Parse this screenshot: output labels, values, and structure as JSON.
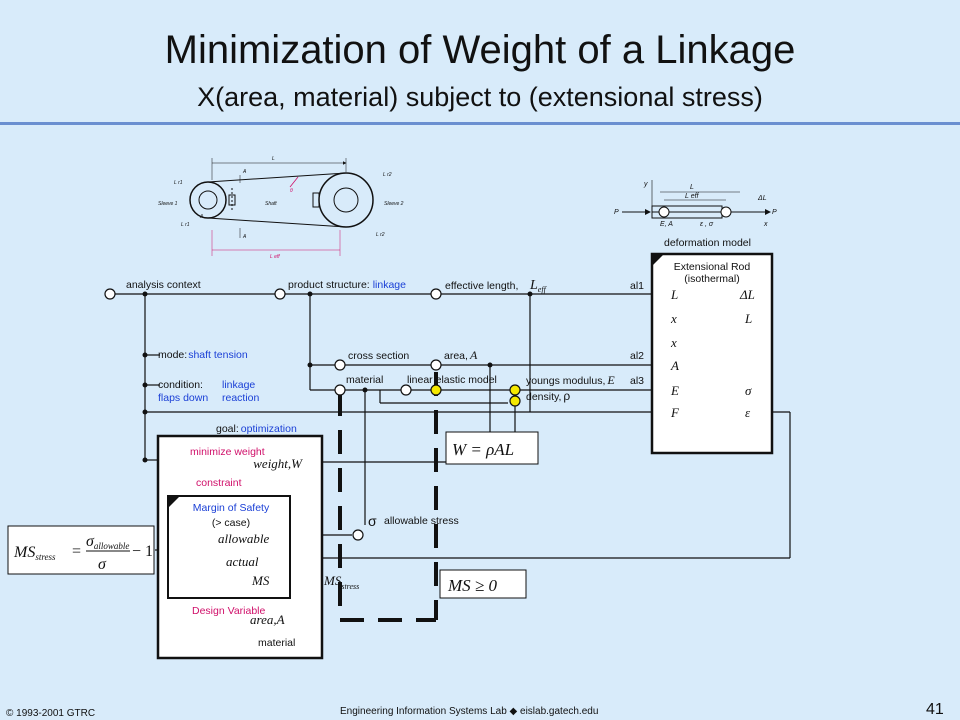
{
  "title": "Minimization of Weight of a Linkage",
  "subtitle": "X(area, material) subject to (extensional  stress)",
  "sketch": {
    "left": {
      "L": "L",
      "A_top": "A",
      "A_bot": "A",
      "Leff": "L eff",
      "theta": "θ",
      "Lr1": "L r1",
      "Lr1b": "L r1",
      "sleeve1": "Sleeve 1",
      "sleeve2": "Sleeve 2",
      "shaft": "Shaft",
      "Lr2": "L r2",
      "Lr2b": "L r2",
      "A2": "A"
    },
    "right": {
      "y": "y",
      "L": "L",
      "Leff": "L eff",
      "DL": "ΔL",
      "P1": "P",
      "P2": "P",
      "EA": "E, A",
      "eps": "ε ,  σ",
      "x": "x"
    }
  },
  "labels": {
    "analysis_context": "analysis context",
    "product_structure": "product structure:",
    "linkage": "linkage",
    "effective_length": "effective length,",
    "Leff_sym": "L",
    "Leff_sub": "eff",
    "al1": "al1",
    "al2": "al2",
    "al3": "al3",
    "deformation_model": "deformation model",
    "ext_rod": "Extensional Rod",
    "isothermal": "(isothermal)",
    "mode": "mode:",
    "shaft_tension": "shaft tension",
    "condition": "condition:",
    "flaps_down": "flaps down",
    "linkage2": "linkage",
    "reaction": "reaction",
    "cross_section": "cross section",
    "area_A": "area,",
    "A_sym": "A",
    "material": "material",
    "linear_elastic": "linear elastic model",
    "youngs": "youngs modulus,",
    "E_sym": "E",
    "density": "density,",
    "rho": "ρ",
    "goal": "goal:",
    "optimization": "optimization",
    "minimize_weight": "minimize weight",
    "weight_W": "weight,W",
    "constraint": "constraint",
    "mos": "Margin of Safety",
    "gt_case": "(> case)",
    "allowable": "allowable",
    "actual": "actual",
    "MS": "MS",
    "MSstress": "MS",
    "stress_sub": "stress",
    "design_variable": "Design Variable",
    "area_A2": "area,A",
    "material2": "material",
    "sigma_allow": "σ",
    "allowable_stress": "allowable stress",
    "W_eq": "W = ρAL",
    "ms_ge": "MS ≥ 0",
    "formula_lhs": "MS",
    "formula_lhs_sub": "stress",
    "formula_num": "σ",
    "formula_num_sub": "allowable",
    "formula_den": "σ",
    "formula_minus": "− 1",
    "rod_L0": "L",
    "rod_x1": "x",
    "rod_x2": "x",
    "rod_A": "A",
    "rod_E": "E",
    "rod_F": "F",
    "rod_DL": "ΔL",
    "rod_L": "L",
    "rod_sigma": "σ",
    "rod_eps": "ε"
  },
  "footer": {
    "copyright": "© 1993-2001  GTRC",
    "lab": "Engineering Information Systems Lab ◆ eislab.gatech.edu",
    "page": "41"
  },
  "colors": {
    "link": "#1a3fd6",
    "pink": "#d0106a",
    "yellow": "#f5e800",
    "red": "#e01010",
    "dark": "#111111"
  }
}
